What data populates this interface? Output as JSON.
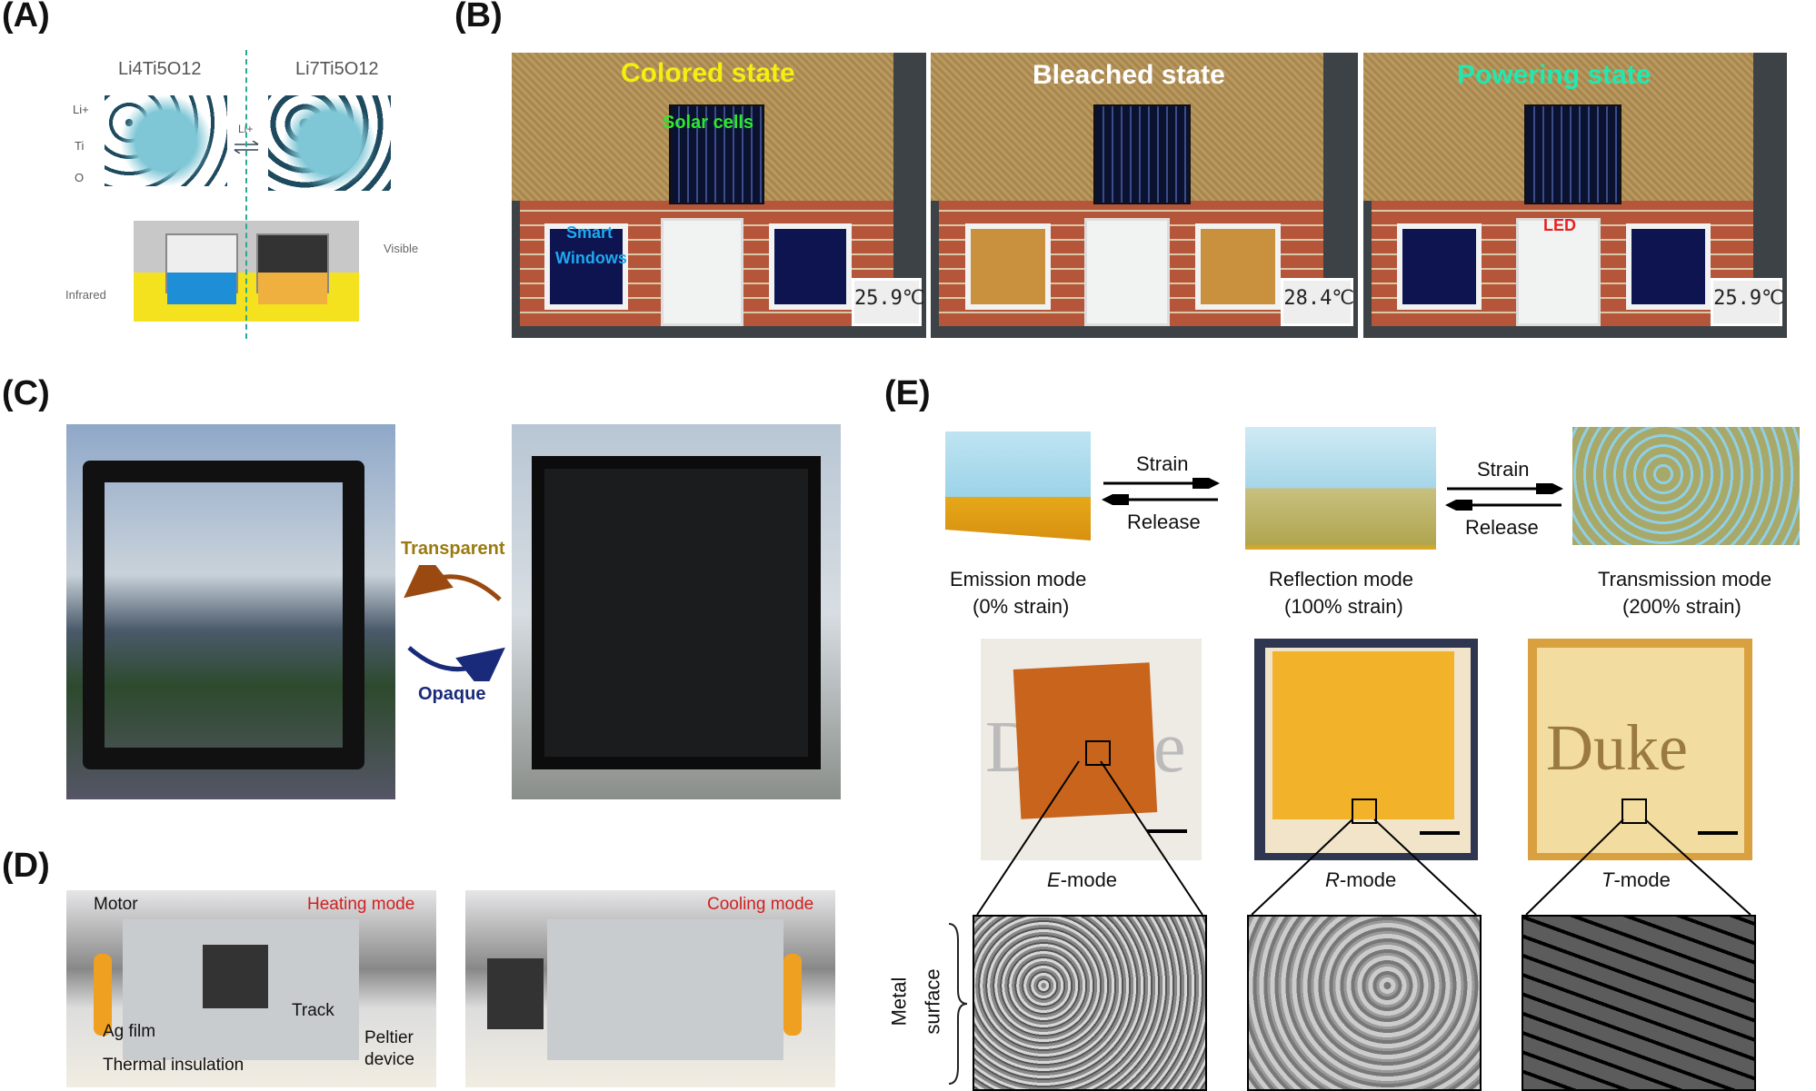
{
  "panels": {
    "A": {
      "label": "(A)",
      "formula_left": "Li4Ti5O12",
      "formula_right": "Li7Ti5O12",
      "atom_li": "Li+",
      "atom_ti": "Ti",
      "atom_o": "O",
      "arrow_label": "Li+",
      "visible": "Visible",
      "infrared": "Infrared",
      "colors": {
        "dashed_line": "#2aa89a",
        "infrared_band": "#f5e21e",
        "blue_patch": "#1e8fd6",
        "orange_patch": "#f0b040"
      }
    },
    "B": {
      "label": "(B)",
      "states": [
        {
          "title": "Colored state",
          "title_color": "#f5ee10",
          "thermometer": "25.9℃",
          "annotations": [
            "Solar cells",
            "Smart",
            "Windows"
          ]
        },
        {
          "title": "Bleached state",
          "title_color": "#ffffff",
          "thermometer": "28.4℃",
          "annotations": []
        },
        {
          "title": "Powering state",
          "title_color": "#20e8b0",
          "thermometer": "25.9℃",
          "annotations": [
            "LED"
          ]
        }
      ]
    },
    "C": {
      "label": "(C)",
      "transparent": "Transparent",
      "opaque": "Opaque",
      "colors": {
        "transparent": "#9a7a10",
        "opaque": "#1a2a7a"
      }
    },
    "D": {
      "label": "(D)",
      "heating_mode": "Heating mode",
      "cooling_mode": "Cooling mode",
      "motor": "Motor",
      "ag_film": "Ag film",
      "track": "Track",
      "thermal_insulation": "Thermal insulation",
      "peltier_1": "Peltier",
      "peltier_2": "device"
    },
    "E": {
      "label": "(E)",
      "strain": "Strain",
      "release": "Release",
      "modes": [
        {
          "name": "Emission mode",
          "strain": "(0% strain)",
          "short": "E",
          "suffix": "-mode",
          "photo": "#c8641c"
        },
        {
          "name": "Reflection mode",
          "strain": "(100% strain)",
          "short": "R",
          "suffix": "-mode",
          "photo": "#f2b22a"
        },
        {
          "name": "Transmission mode",
          "strain": "(200% strain)",
          "short": "T",
          "suffix": "-mode",
          "photo": "#f3dca0"
        }
      ],
      "photo_text_left": "D",
      "photo_text_left2": "e",
      "photo_text_right": "Duke",
      "metal_surface_1": "Metal",
      "metal_surface_2": "surface"
    }
  }
}
